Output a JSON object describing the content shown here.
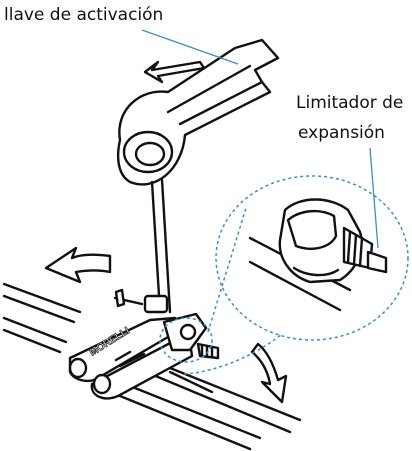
{
  "labels": {
    "activation_key": "llave de activación",
    "expansion_limiter_line1": "Limitador de",
    "expansion_limiter_line2": "expansión"
  },
  "brand_mark": "MORELLI",
  "colors": {
    "ink": "#111111",
    "callout": "#3a8fc4"
  }
}
